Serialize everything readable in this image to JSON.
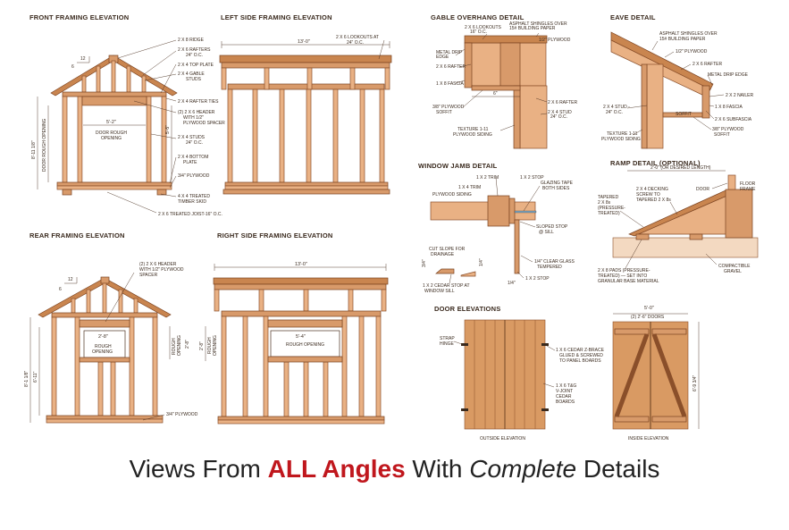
{
  "titles": {
    "front": "FRONT FRAMING ELEVATION",
    "left": "LEFT SIDE FRAMING ELEVATION",
    "rear": "REAR FRAMING ELEVATION",
    "right": "RIGHT SIDE FRAMING ELEVATION",
    "gable": "GABLE OVERHANG DETAIL",
    "eave": "EAVE DETAIL",
    "window": "WINDOW JAMB DETAIL",
    "ramp": "RAMP DETAIL (OPTIONAL)",
    "door": "DOOR ELEVATIONS"
  },
  "front": {
    "ridge": "2 X 8 RIDGE",
    "rafters": "2 X 6 RAFTERS",
    "rafters_oc": "24\" O.C.",
    "top_plate": "2 X 4 TOP PLATE",
    "gable_studs_1": "2 X 4 GABLE",
    "gable_studs_2": "STUDS",
    "rafter_ties": "2 X 4 RAFTER TIES",
    "header_1": "(2) 2 X 6 HEADER",
    "header_2": "WITH 1/2\"",
    "header_3": "PLYWOOD SPACER",
    "studs_1": "2 X 4 STUDS",
    "studs_2": "24\" O.C.",
    "bottom_1": "2 X 4 BOTTOM",
    "bottom_2": "PLATE",
    "plywood": "3/4\" PLYWOOD",
    "skid_1": "4 X 4 TREATED",
    "skid_2": "TIMBER SKID",
    "joist": "2 X 6 TREATED JOIST-16\" O.C.",
    "pitch": "12",
    "pitch_rise": "6",
    "opening_width": "5'-2\"",
    "opening_1": "DOOR ROUGH",
    "opening_2": "OPENING",
    "height": "8'-11 1/8\"",
    "door_side": "DOOR ROUGH OPENING",
    "right_dim": "5'-5\""
  },
  "left": {
    "width": "13'-0\"",
    "lookouts_1": "2 X 6 LOOKOUTS AT",
    "lookouts_2": "24\" O.C."
  },
  "rear": {
    "header_1": "(2) 2 X 6 HEADER",
    "header_2": "WITH 1/2\" PLYWOOD",
    "header_3": "SPACER",
    "pitch": "12",
    "pitch_rise": "6",
    "opening_width": "2'-8\"",
    "rough_1": "ROUGH",
    "rough_2": "OPENING",
    "side_rough_1": "ROUGH",
    "side_rough_2": "OPENING",
    "dim_side": "2'-8\"",
    "height": "8'-1 1/8\"",
    "height2": "6'-11\"",
    "plywood": "3/4\" PLYWOOD"
  },
  "right": {
    "width": "13'-0\"",
    "opening_width": "5'-4\"",
    "rough": "ROUGH OPENING",
    "side_dim": "2'-8\"",
    "side_rough_1": "ROUGH",
    "side_rough_2": "OPENING"
  },
  "gable": {
    "lookouts_1": "2 X 6 LOOKOUTS",
    "lookouts_2": "16\" O.C.",
    "shingles_1": "ASPHALT SHINGLES OVER",
    "shingles_2": "15# BUILDING PAPER",
    "plywood": "1/2\" PLYWOOD",
    "drip_1": "METAL DRIP",
    "drip_2": "EDGE",
    "rafter": "2 X 6 RAFTER",
    "fascia": "1 X 8 FASCIA",
    "rafter_r": "2 X 6 RAFTER",
    "stud_1": "2 X 4 STUD",
    "stud_2": "24\" O.C.",
    "soffit_1": "3/8\" PLYWOOD",
    "soffit_2": "SOFFIT",
    "dim": "6\"",
    "texture_1": "TEXTURE 1-11",
    "texture_2": "PLYWOOD SIDING"
  },
  "eave": {
    "shingles_1": "ASPHALT SHINGLES OVER",
    "shingles_2": "15# BUILDING PAPER",
    "plywood": "1/2\" PLYWOOD",
    "rafter": "2 X 6 RAFTER",
    "drip": "METAL DRIP EDGE",
    "nailer": "2 X 2 NAILER",
    "fascia": "1 X 8 FASCIA",
    "subfascia": "2 X 6 SUBFASCIA",
    "stud_1": "2 X 4 STUD -",
    "stud_2": "24\" O.C.",
    "soffit": "SOFFIT",
    "soffit_r_1": "3/8\" PLYWOOD",
    "soffit_r_2": "SOFFIT",
    "texture_1": "TEXTURE 1-11",
    "texture_2": "PLYWOOD SIDING"
  },
  "window": {
    "trim2": "1 X 2 TRIM",
    "trim4": "1 X 4 TRIM",
    "stop": "1 X 2 STOP",
    "siding": "PLYWOOD SIDING",
    "glazing_1": "GLAZING TAPE",
    "glazing_2": "BOTH SIDES",
    "cut_1": "CUT SLOPE FOR",
    "cut_2": "DRAINAGE",
    "sloped_1": "SLOPED STOP",
    "sloped_2": "@ SILL",
    "glass_1": "1/4\" CLEAR GLASS",
    "glass_2": "TEMPERED",
    "cedar_1": "1 X 2 CEDAR STOP AT",
    "cedar_2": "WINDOW SILL",
    "stop2": "1 X 2 STOP",
    "dim_q": "1/4\"",
    "dim_34": "3/4\"",
    "dim_14": "1/4\""
  },
  "ramp": {
    "length": "2'-0\" (OR DESIRED LENGTH)",
    "door": "DOOR",
    "floor_1": "FLOOR",
    "floor_2": "FRAME",
    "decking_1": "2 X 4 DECKING",
    "decking_2": "SCREW TO",
    "decking_3": "TAPERED 2 X 8s",
    "tapered_1": "TAPERED",
    "tapered_2": "2 X 8s",
    "tapered_3": "(PRESSURE-",
    "tapered_4": "TREATED)",
    "pads_1": "2 X 8 PADS (PRESSURE-",
    "pads_2": "TREATED) — SET INTO",
    "pads_3": "GRANULAR BASE MATERIAL",
    "gravel_1": "COMPACTIBLE",
    "gravel_2": "GRAVEL"
  },
  "doors": {
    "width": "5'-0\"",
    "doors_label": "(2) 2'-6\" DOORS",
    "strap_1": "STRAP",
    "strap_2": "HINGE",
    "zbrace_1": "1 X 6 CEDAR Z-BRACE",
    "zbrace_2": "GLUED & SCREWED",
    "zbrace_3": "TO PANEL BOARDS",
    "tg_1": "1 X 6 T&G",
    "tg_2": "V-JOINT",
    "tg_3": "CEDAR",
    "tg_4": "BOARDS",
    "height": "6'-9 3/4\"",
    "outside": "OUTSIDE ELEVATION",
    "inside": "INSIDE ELEVATION"
  },
  "caption": {
    "part1": "Views From ",
    "highlight": "ALL Angles",
    "part2": " With ",
    "italic": "Complete",
    "part3": " Details"
  },
  "colors": {
    "wood_light": "#e9b184",
    "wood_dark": "#d89a6a",
    "outline": "#8a4f2a",
    "highlight_red": "#c0171d"
  }
}
